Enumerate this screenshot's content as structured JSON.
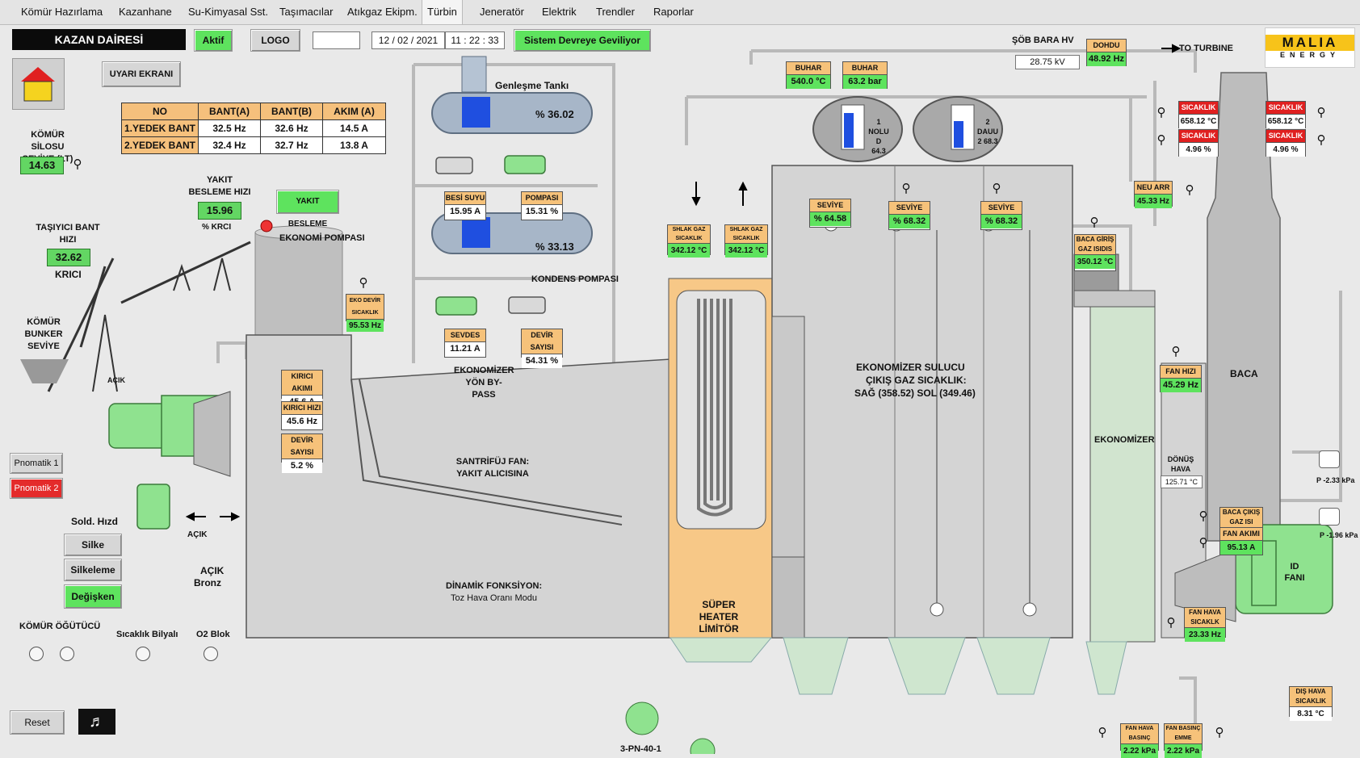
{
  "menu": [
    "Kömür Hazırlama",
    "Kazanhane",
    "Su-Kimyasal Sst.",
    "Taşımacılar",
    "Atıkgaz Ekipm.",
    "Türbin",
    "Jeneratör",
    "Elektrik",
    "Trendler",
    "Raporlar"
  ],
  "header": {
    "title": "KAZAN DAİRESİ",
    "status": "Aktif",
    "logo_btn": "LOGO",
    "empty_field": "",
    "date": "12 / 02 / 2021",
    "time": "11 : 22 : 33",
    "system_msg": "Sistem Devreye Geviliyor"
  },
  "top_right": {
    "sob_bara_label": "ŞÖB BARA HV",
    "sob_bara_value": "28.75 kV",
    "freq_label": "DOHDU",
    "freq_value": "48.92 Hz",
    "to_turbine": "TO TURBINE",
    "logo_main": "MALIA",
    "logo_sub": "ENERGY"
  },
  "left": {
    "warning_btn": "UYARI EKRANI",
    "silo_label": "KÖMÜR SİLOSU SEVİYE (LT)",
    "silo_value": "14.63",
    "feed_speed_label": "YAKIT BESLEME HIZI",
    "feed_speed_value": "15.96",
    "feed_speed_sub": "% KRCI",
    "feed_btn": "YAKIT BESLEME",
    "conveyor_label": "TAŞIYICI BANT HIZI",
    "conveyor_value": "32.62",
    "conveyor_sub": "KRICI",
    "bunker_label": "KÖMÜR BUNKER SEVİYE",
    "pnomatik1": "Pnomatik 1",
    "pnomatik2": "Pnomatik 2",
    "sold_label": "Sold. Hızd",
    "silke": "Silke",
    "silkeleme": "Silkeleme",
    "degisken": "Değişken",
    "acik_small": "AÇIK",
    "acik_label": "AÇIK",
    "bronz_label": "Bronz",
    "komur_label": "KÖMÜR ÖĞÜTÜCÜ",
    "sicaklik_label": "Sıcaklık Bilyalı",
    "o2_label": "O2 Blok",
    "reset": "Reset",
    "acik_marker": "AÇIK"
  },
  "band_table": {
    "headers": [
      "NO",
      "BANT(A)",
      "BANT(B)",
      "AKIM (A)"
    ],
    "rows": [
      [
        "1.YEDEK BANT",
        "32.5 Hz",
        "32.6 Hz",
        "14.5 A"
      ],
      [
        "2.YEDEK BANT",
        "32.4 Hz",
        "32.7 Hz",
        "13.8 A"
      ]
    ]
  },
  "center": {
    "genlesme": "Genleşme Tankı",
    "tank1_value": "% 36.02",
    "tank2_value": "% 33.13",
    "besi_label": "BESİ SUYU",
    "besi_value": "15.95 A",
    "pompasi_label": "POMPASI",
    "pompasi_value": "15.31 %",
    "kondens": "KONDENS POMPASI",
    "sevdes_label": "SEVDES",
    "sevdes_value": "11.21 A",
    "devir_label": "DEVİR SAYISI",
    "devir_value": "54.31 %",
    "ekonomizer_bypass": "EKONOMİZER YÖN BY-PASS",
    "ekonomi_pompasi": "EKONOMİ POMPASI",
    "eko_tag_label": "EKO DEVİR SICAKLIK",
    "eko_tag_value": "95.53 Hz",
    "kirici_akimi_label": "KIRICI AKIMI",
    "kirici_akimi_value": "45.6 A",
    "kirici_hizi_label": "KIRICI HIZI",
    "kirici_hizi_value": "45.6 Hz",
    "devir_sayisi_label": "DEVİR SAYISI",
    "devir_sayisi_value": "5.2 %",
    "santrifuj": "SANTRİFÜJ FAN: YAKIT ALICISINA",
    "dinamik": "DİNAMİK FONKSİYON:",
    "toz_hava": "Toz Hava Oranı Modu",
    "super_heater": "SÜPER HEATER LİMİTÖR",
    "buhar1_label": "BUHAR",
    "buhar1_value": "540.0 °C",
    "buhar2_label": "BUHAR",
    "buhar2_value": "63.2 bar",
    "drum1": "1 NOLU D 64.3",
    "drum2": "2 DAUU 2 68.3",
    "sh_gaz1_label": "SHLAK GAZ SICAKLIK",
    "sh_gaz1_value": "342.12 °C",
    "sh_gaz2_label": "SHLAK GAZ SICAKLIK",
    "sh_gaz2_value": "342.12 °C",
    "seviye1_label": "SEVİYE",
    "seviye1_value": "% 64.58",
    "seviye2_label": "SEVİYE",
    "seviye2_value": "% 68.32",
    "seviye3_label": "SEVİYE",
    "seviye3_value": "% 68.32",
    "ekonomizer_info1": "EKONOMİZER SULUCU",
    "ekonomizer_info2": "ÇIKIŞ GAZ SICAKLIK:",
    "ekonomizer_info3": "SAĞ (358.52)   SOL (349.46)",
    "pn_label": "3-PN-40-1"
  },
  "right": {
    "baca_giris_label": "BACA GİRİŞ GAZ ISIDIS",
    "baca_giris_value": "350.12 °C",
    "neu_label": "NEU ARR",
    "neu_value": "45.33 Hz",
    "ekonomizer": "EKONOMİZER",
    "fan_hizi_label": "FAN HIZI",
    "fan_hizi_value": "45.29 Hz",
    "donus_label": "DÖNÜŞ HAVA SICAKLIK",
    "donus_value": "125.71 °C",
    "baca_cikis_label": "BACA ÇIKIŞ GAZ ISI",
    "fan_akimi_label": "FAN AKIMI",
    "fan_akimi_value": "95.13 A",
    "baca": "BACA",
    "fan_label": "ID FANI",
    "fan_hava_label": "FAN HAVA SICAKLK",
    "fan_hava_value": "23.33 Hz",
    "dis_hava_label": "DIŞ HAVA SICAKLIK",
    "dis_hava_value": "8.31 °C",
    "fan_hava2_label": "FAN HAVA BASINÇ",
    "fan_hava2_value": "2.22 kPa",
    "fan_basinc_label": "FAN BASINÇ EMME",
    "fan_basinc_value": "2.22 kPa",
    "p1": "P -2.33 kPa",
    "p2": "P -1.96 kPa",
    "sic1_label": "SICAKLIK",
    "sic1_value": "658.12 °C",
    "sic2_label": "SICAKLIK",
    "sic2_value": "4.96 %",
    "sic3_label": "SICAKLIK",
    "sic3_value": "658.12 °C",
    "sic4_label": "SICAKLIK",
    "sic4_value": "4.96 %"
  }
}
